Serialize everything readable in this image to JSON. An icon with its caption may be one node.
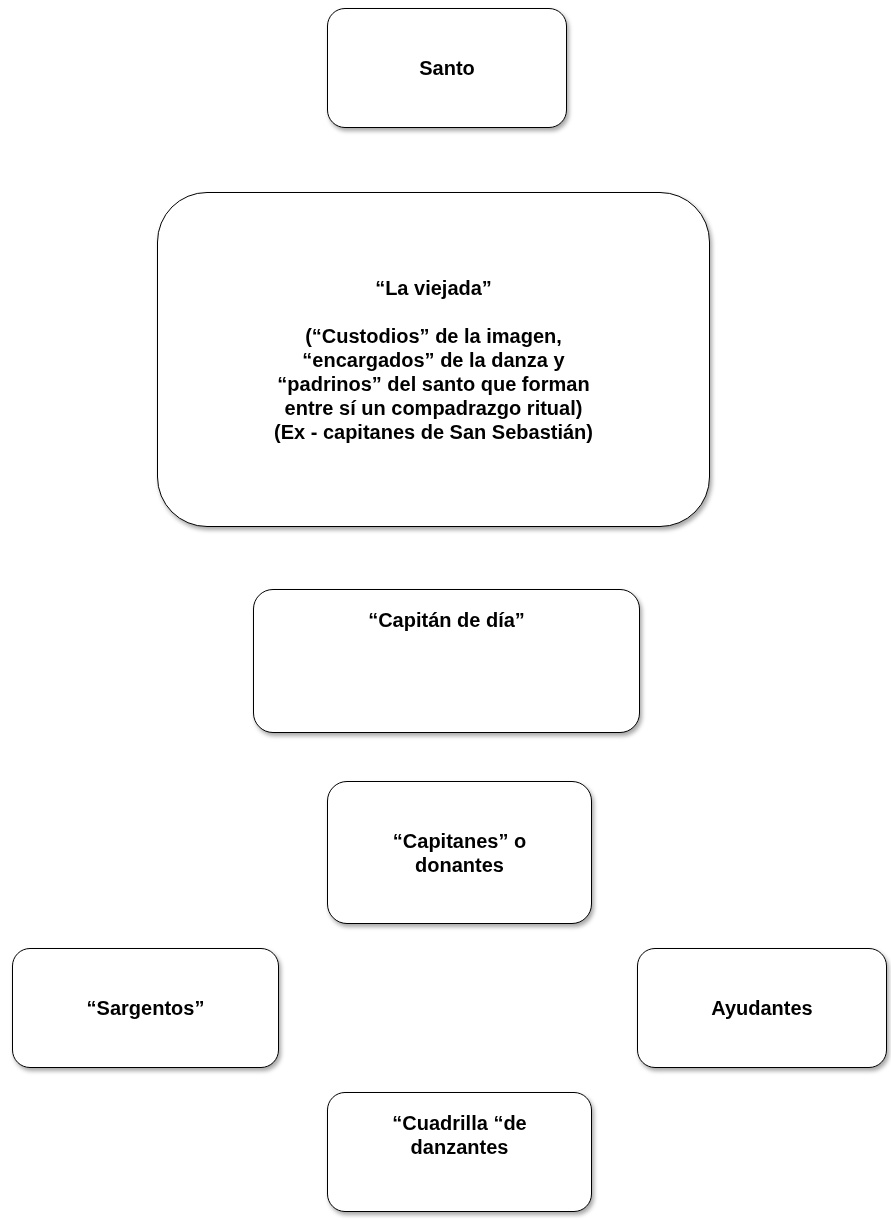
{
  "diagram": {
    "nodes": [
      {
        "text": [
          "Santo"
        ]
      },
      {
        "text": [
          "“La viejada”",
          "(“Custodios” de la imagen, “encargados” de la danza y “padrinos” del santo que forman entre sí un compadrazgo ritual)",
          "(Ex - capitanes de San Sebastián)"
        ]
      },
      {
        "text": [
          "“Capitán de día”"
        ]
      },
      {
        "text": [
          "“Capitanes” o donantes"
        ]
      },
      {
        "text": [
          "“Sargentos”"
        ]
      },
      {
        "text": [
          "Ayudantes"
        ]
      },
      {
        "text": [
          "“Cuadrilla “de danzantes"
        ]
      }
    ]
  }
}
